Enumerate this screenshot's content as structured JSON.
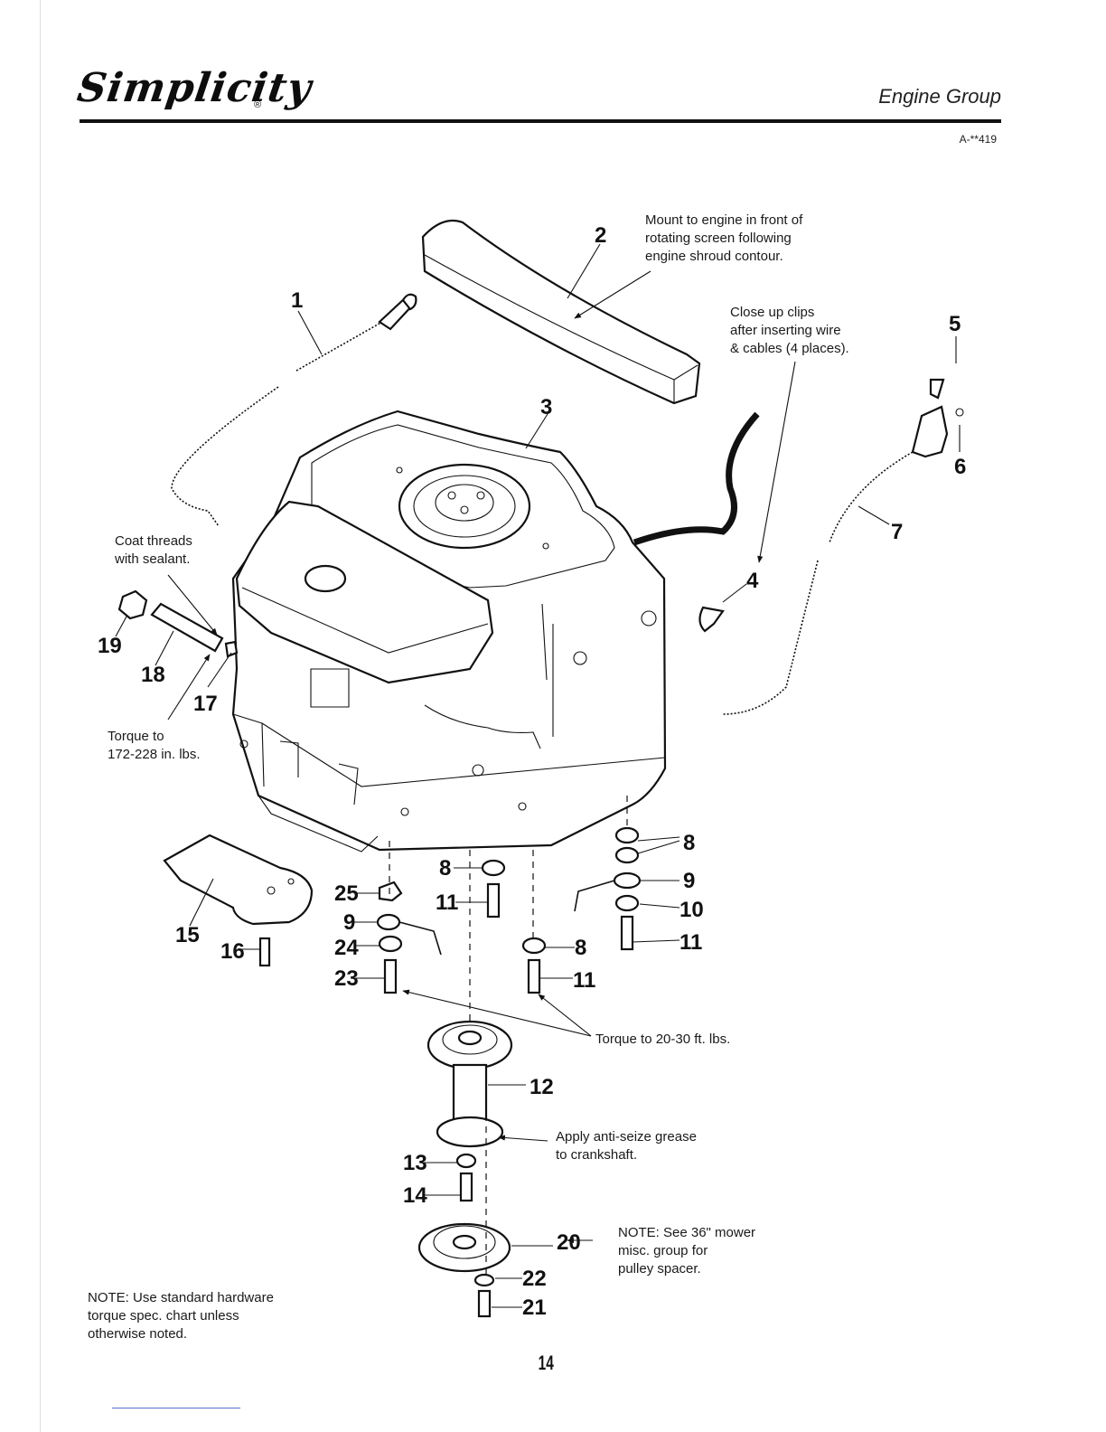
{
  "header": {
    "brand": "Simplicity",
    "brand_mark": "®",
    "section_title": "Engine Group",
    "figure_code": "A-**419"
  },
  "page_number": "14",
  "notes": {
    "mount": [
      "Mount to engine in front of",
      "rotating screen following",
      "engine shroud contour."
    ],
    "clips": [
      "Close up clips",
      "after inserting wire",
      "& cables (4 places)."
    ],
    "coat": [
      "Coat threads",
      "with sealant."
    ],
    "torque_tube": [
      "Torque to",
      "172-228 in. lbs."
    ],
    "torque_bolts": "Torque to 20-30 ft. lbs.",
    "grease": [
      "Apply anti-seize grease",
      "to crankshaft."
    ],
    "mower": [
      "NOTE: See 36\" mower",
      "misc. group for",
      "pulley spacer."
    ],
    "hardware": [
      "NOTE: Use standard hardware",
      "torque spec. chart unless",
      "otherwise noted."
    ]
  },
  "callouts": {
    "c1": "1",
    "c2": "2",
    "c3": "3",
    "c4": "4",
    "c5": "5",
    "c6": "6",
    "c7": "7",
    "c8a": "8",
    "c9a": "9",
    "c10": "10",
    "c11a": "11",
    "c8b": "8",
    "c11b": "11",
    "c8c": "8",
    "c11c": "11",
    "c25": "25",
    "c9b": "9",
    "c24": "24",
    "c23": "23",
    "c15": "15",
    "c16": "16",
    "c19": "19",
    "c18": "18",
    "c17": "17",
    "c12": "12",
    "c13": "13",
    "c14": "14",
    "c20": "20",
    "c22": "22",
    "c21": "21"
  }
}
